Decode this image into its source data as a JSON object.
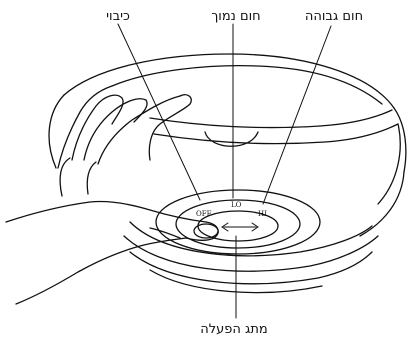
{
  "callouts": {
    "off_label": "כיבוי",
    "low_label": "חום נמוך",
    "high_label": "חום גבוהה",
    "switch_label": "מתג הפעלה"
  },
  "dial": {
    "off": "OFF",
    "lo": "LO",
    "hi": "HI"
  },
  "colors": {
    "ink": "#111111",
    "background": "#ffffff"
  }
}
